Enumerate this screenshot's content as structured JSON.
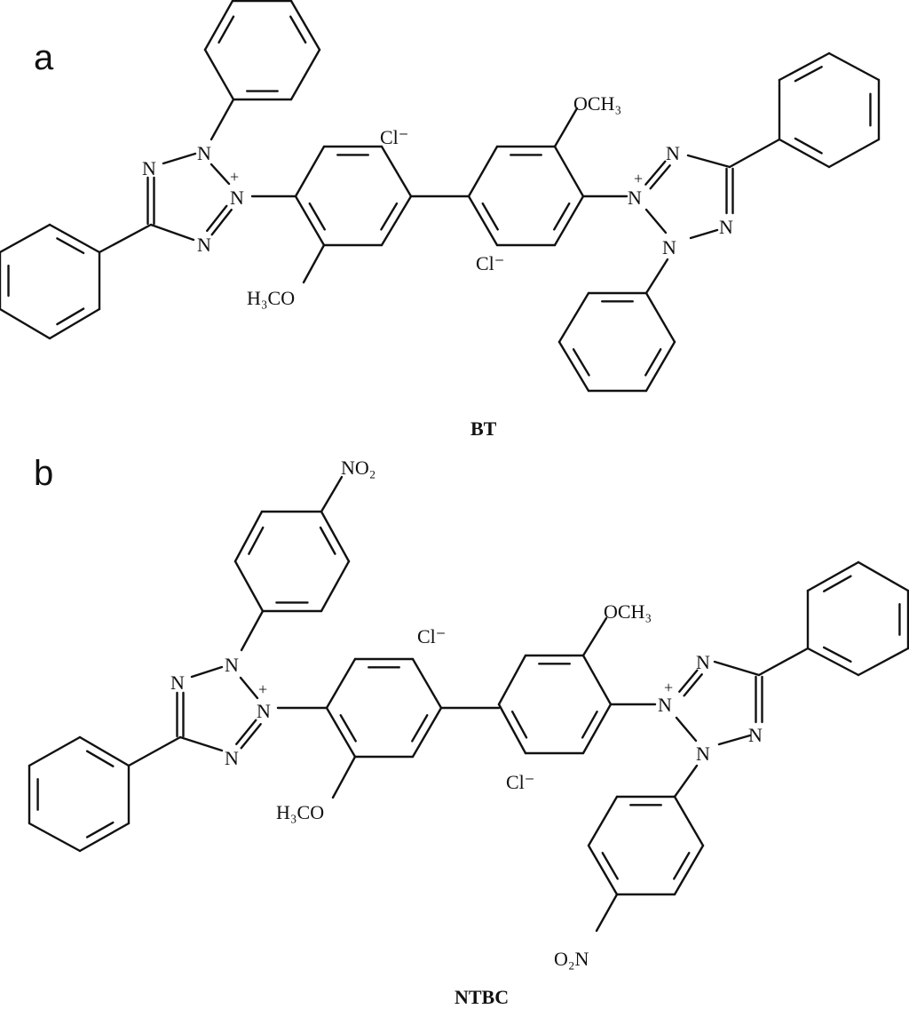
{
  "panels": [
    {
      "label": "a",
      "compound": "BT"
    },
    {
      "label": "b",
      "compound": "NTBC"
    }
  ],
  "atoms": {
    "n": "N",
    "plus": "+",
    "chloride": "Cl⁻",
    "methoxy_right": "OCH₃",
    "methoxy_left": "H₃CO",
    "nitro_top": "NO₂",
    "nitro_bottom": "O₂N"
  }
}
